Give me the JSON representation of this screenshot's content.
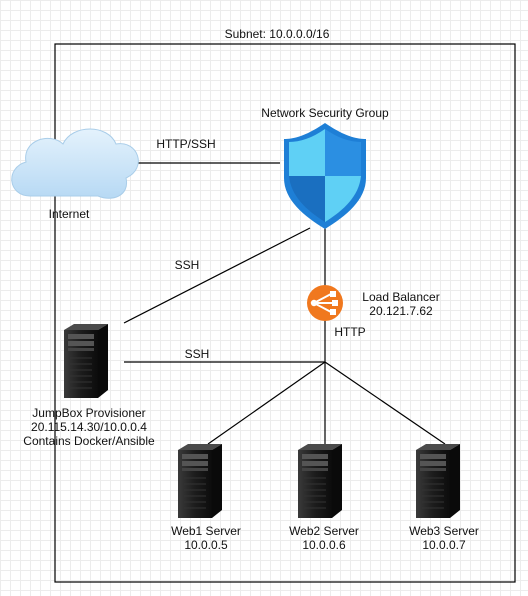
{
  "diagram": {
    "subnet_label": "Subnet: 10.0.0.0/16",
    "internet_label": "Internet",
    "nsg_label": "Network Security Group",
    "edge_http_ssh": "HTTP/SSH",
    "edge_ssh_upper": "SSH",
    "edge_ssh_lower": "SSH",
    "edge_http": "HTTP",
    "load_balancer": {
      "name": "Load Balancer",
      "ip": "20.121.7.62"
    },
    "jumpbox": {
      "name": "JumpBox Provisioner",
      "ip": "20.115.14.30/10.0.0.4",
      "note": "Contains Docker/Ansible"
    },
    "servers": [
      {
        "name": "Web1 Server",
        "ip": "10.0.0.5"
      },
      {
        "name": "Web2 Server",
        "ip": "10.0.0.6"
      },
      {
        "name": "Web3 Server",
        "ip": "10.0.0.7"
      }
    ],
    "colors": {
      "cloud": "#c7e2f7",
      "shield_dark": "#1e7fd6",
      "shield_light": "#5fd0f5",
      "load_balancer": "#f0781e",
      "server": "#1a1a1a"
    }
  }
}
